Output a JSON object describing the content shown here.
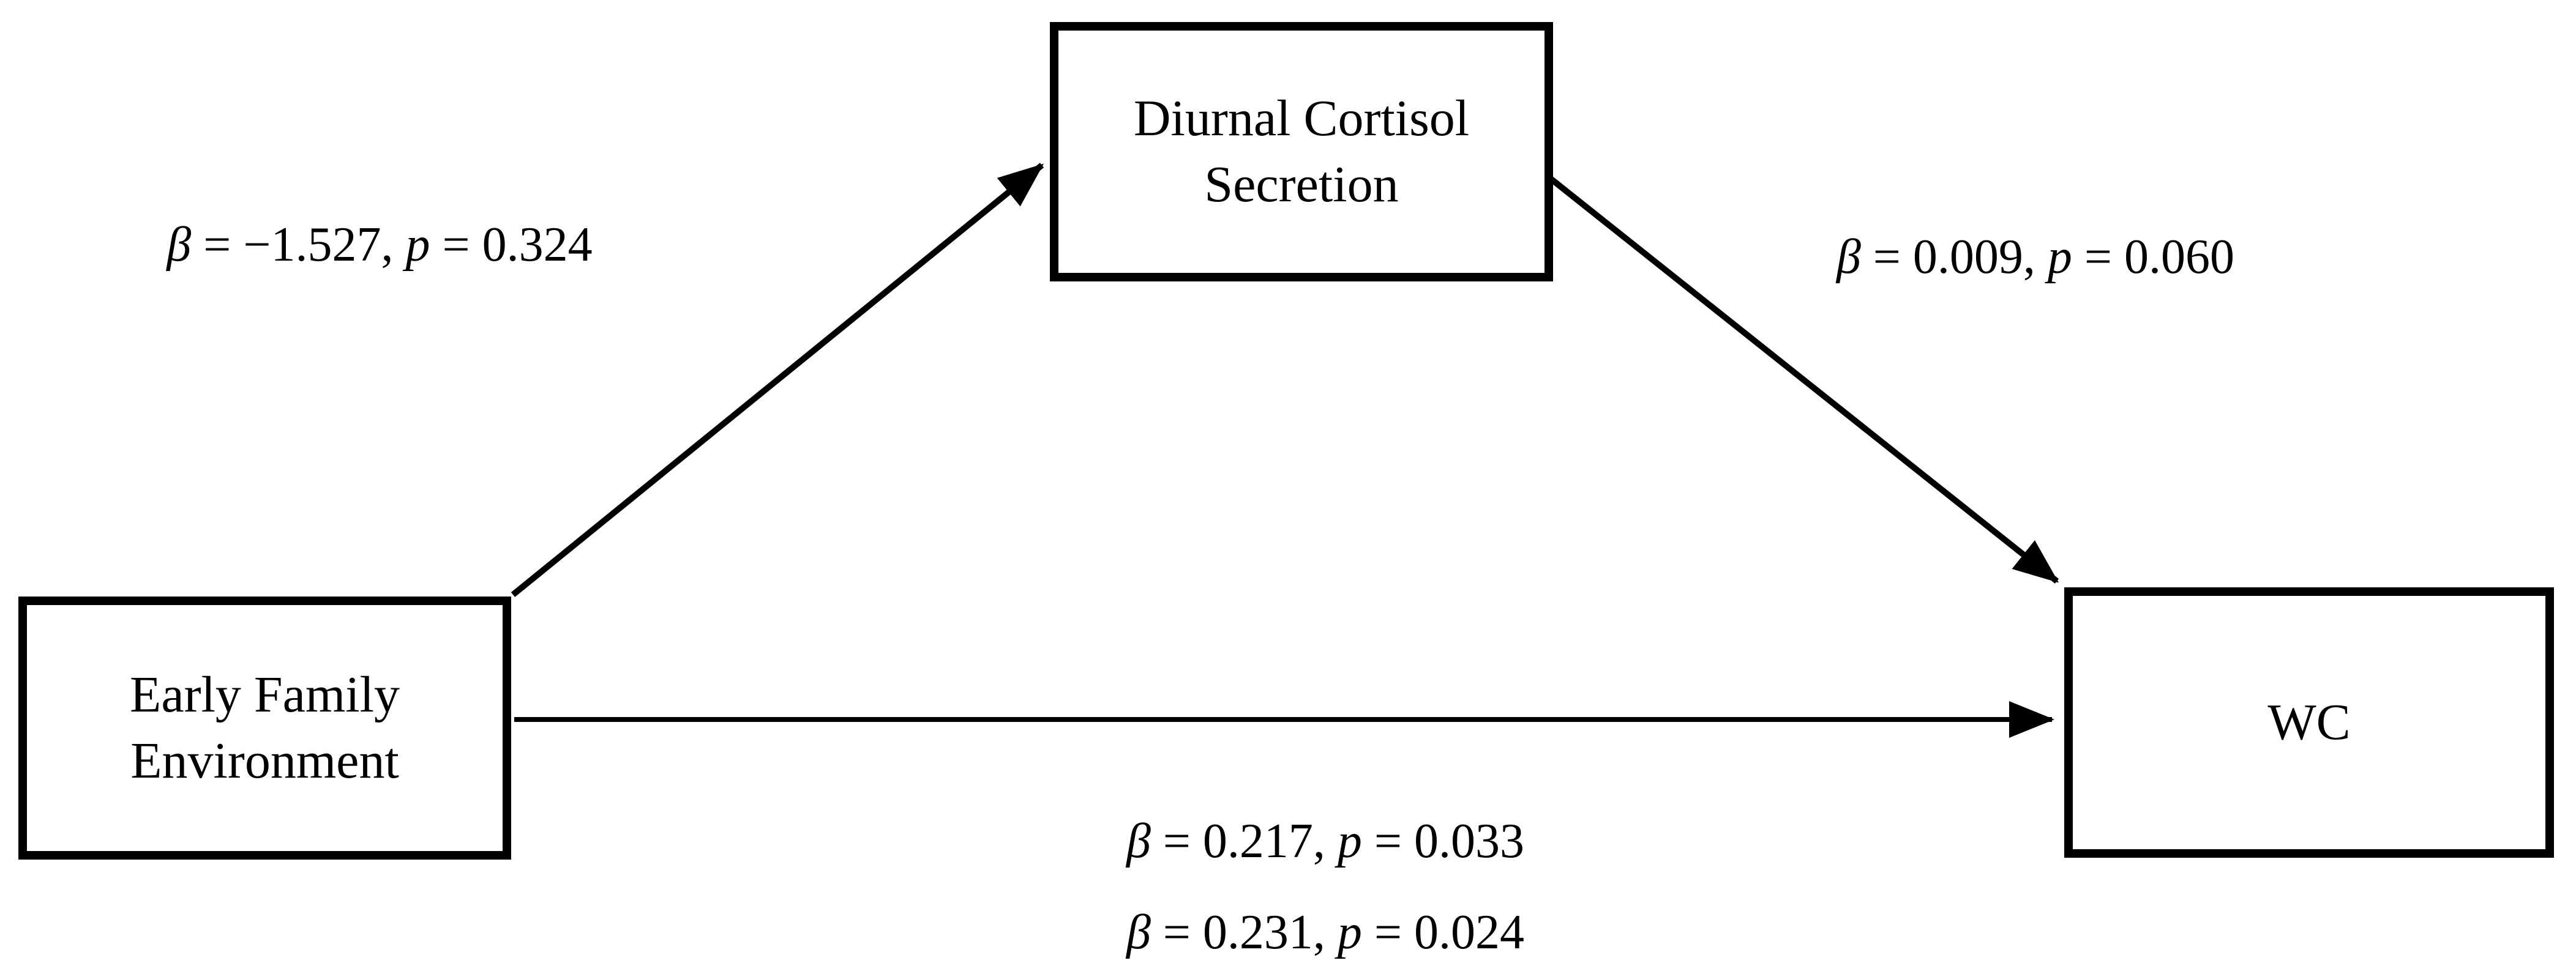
{
  "diagram": {
    "background_color": "#ffffff",
    "line_color": "#000000",
    "boxes": {
      "mediator": {
        "line1": "Diurnal Cortisol",
        "line2": "Secretion"
      },
      "predictor": {
        "line1": "Early Family",
        "line2": "Environment"
      },
      "outcome": {
        "line1": "WC"
      }
    },
    "paths": {
      "a": {
        "beta_sym": "β",
        "beta_val": " = −1.527, ",
        "p_sym": "p",
        "p_val": " = 0.324"
      },
      "b": {
        "beta_sym": "β",
        "beta_val": " = 0.009, ",
        "p_sym": "p",
        "p_val": " = 0.060"
      },
      "c1": {
        "beta_sym": "β",
        "beta_val": " = 0.217, ",
        "p_sym": "p",
        "p_val": " = 0.033"
      },
      "c2": {
        "beta_sym": "β",
        "beta_val": " = 0.231, ",
        "p_sym": "p",
        "p_val": " = 0.024"
      }
    }
  }
}
